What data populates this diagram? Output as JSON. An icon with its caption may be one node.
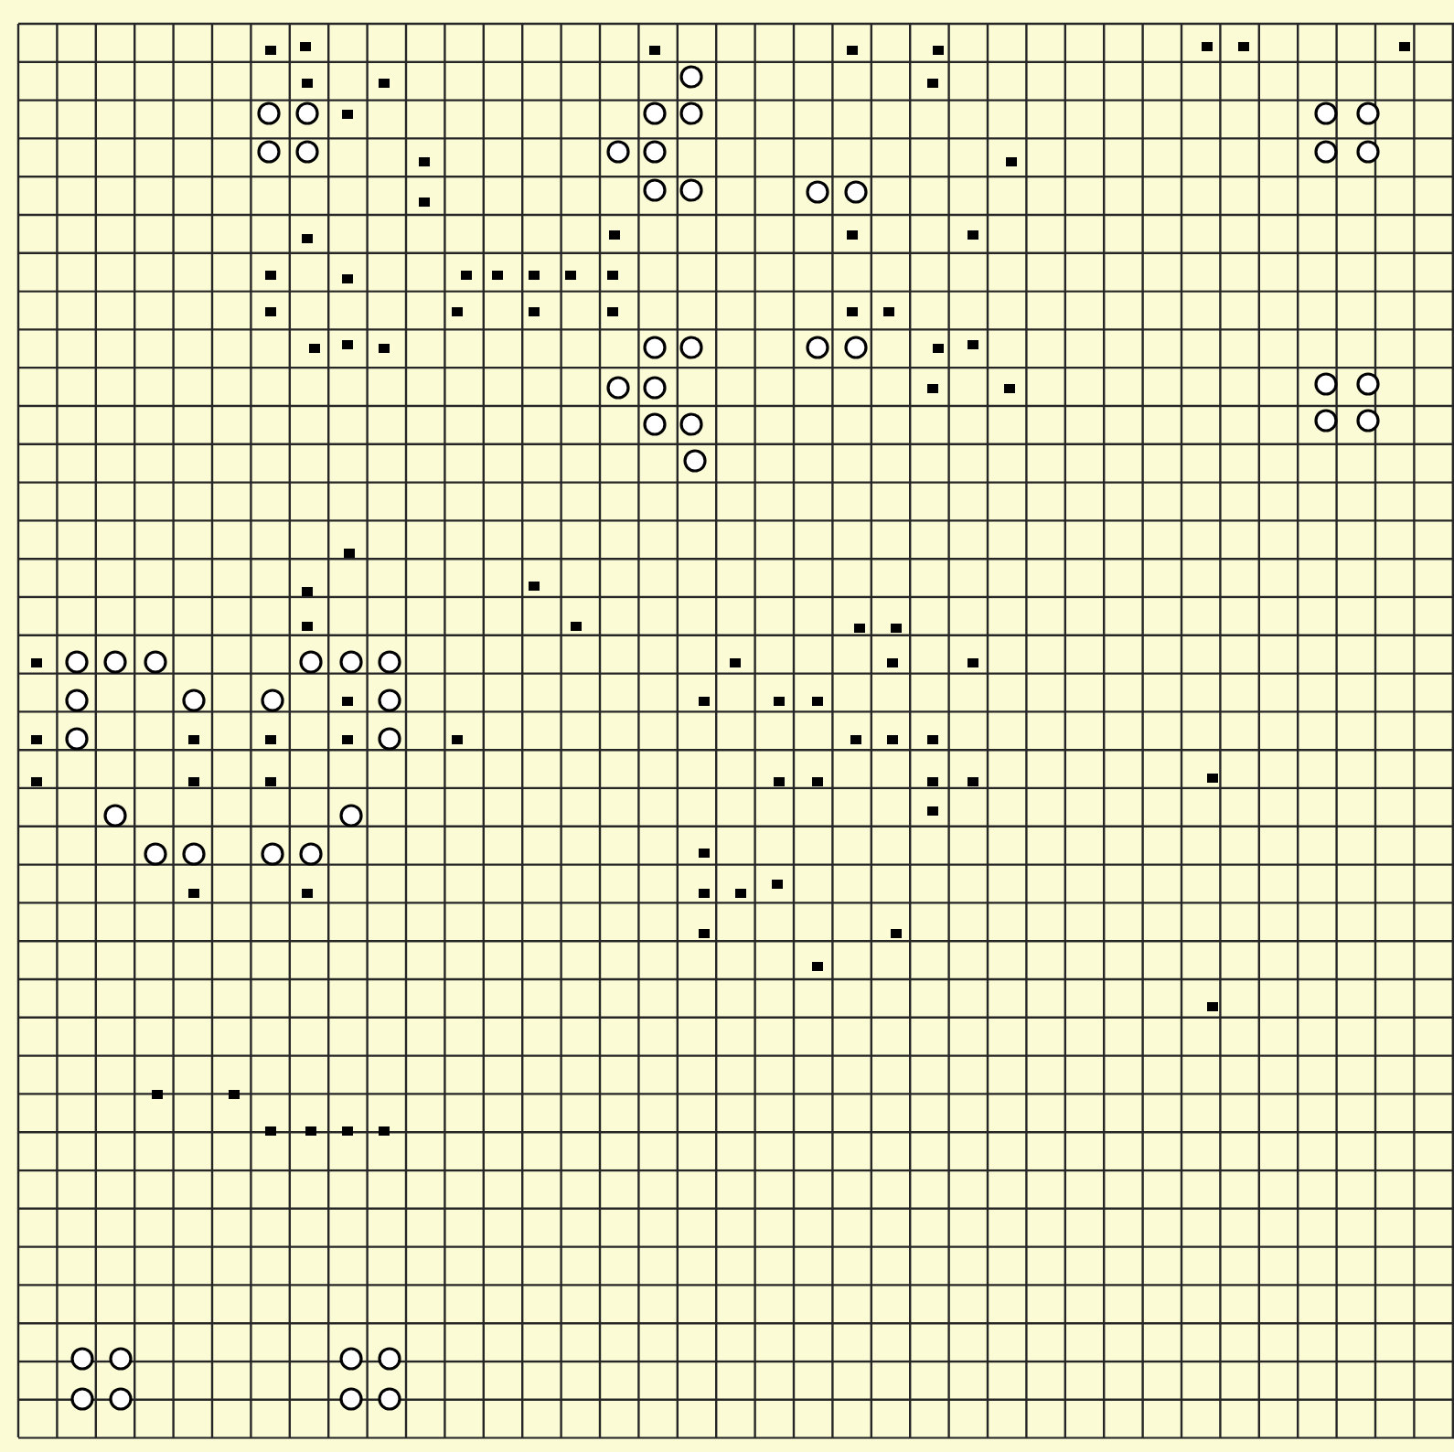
{
  "diagram": {
    "nodes": [
      {
        "text": [],
        "shape": "circle"
      },
      {
        "text": [],
        "shape": "circle"
      },
      {
        "text": [],
        "shape": "circle"
      },
      {
        "text": [],
        "shape": "circle"
      },
      {
        "text": [],
        "shape": "circle"
      },
      {
        "text": [],
        "shape": "circle"
      },
      {
        "text": [],
        "shape": "circle"
      },
      {
        "text": [],
        "shape": "circle"
      },
      {
        "text": [],
        "shape": "circle"
      },
      {
        "text": [],
        "shape": "circle"
      },
      {
        "text": [],
        "shape": "circle"
      },
      {
        "text": [],
        "shape": "circle"
      },
      {
        "text": [],
        "shape": "circle"
      },
      {
        "text": [],
        "shape": "circle"
      },
      {
        "text": [],
        "shape": "circle"
      },
      {
        "text": [],
        "shape": "circle"
      },
      {
        "text": [],
        "shape": "circle"
      },
      {
        "text": [],
        "shape": "circle"
      },
      {
        "text": [],
        "shape": "circle"
      },
      {
        "text": [],
        "shape": "circle"
      },
      {
        "text": [],
        "shape": "circle"
      },
      {
        "text": [],
        "shape": "circle"
      },
      {
        "text": [],
        "shape": "circle"
      },
      {
        "text": [],
        "shape": "circle"
      },
      {
        "text": [],
        "shape": "circle"
      },
      {
        "text": [],
        "shape": "circle"
      },
      {
        "text": [],
        "shape": "circle"
      },
      {
        "text": [],
        "shape": "circle"
      },
      {
        "text": [],
        "shape": "circle"
      },
      {
        "text": [],
        "shape": "circle"
      },
      {
        "text": [],
        "shape": "circle"
      },
      {
        "text": [],
        "shape": "circle"
      },
      {
        "text": [],
        "shape": "circle"
      },
      {
        "text": [],
        "shape": "circle"
      },
      {
        "text": [],
        "shape": "circle"
      },
      {
        "text": [],
        "shape": "circle"
      },
      {
        "text": [],
        "shape": "circle"
      },
      {
        "text": [],
        "shape": "circle"
      },
      {
        "text": [],
        "shape": "circle"
      },
      {
        "text": [],
        "shape": "circle"
      },
      {
        "text": [],
        "shape": "circle"
      },
      {
        "text": [],
        "shape": "circle"
      },
      {
        "text": [],
        "shape": "circle"
      },
      {
        "text": [],
        "shape": "circle"
      },
      {
        "text": [],
        "shape": "circle"
      },
      {
        "text": [],
        "shape": "circle"
      },
      {
        "text": [],
        "shape": "circle"
      },
      {
        "text": [],
        "shape": "circle"
      },
      {
        "text": [],
        "shape": "circle"
      },
      {
        "text": [],
        "shape": "circle"
      },
      {
        "text": [],
        "shape": "circle"
      },
      {
        "text": [],
        "shape": "circle"
      },
      {
        "text": [],
        "shape": "circle"
      },
      {
        "text": [],
        "shape": "circle"
      },
      {
        "text": [],
        "shape": "circle"
      },
      {
        "text": [],
        "shape": "circle"
      }
    ]
  }
}
